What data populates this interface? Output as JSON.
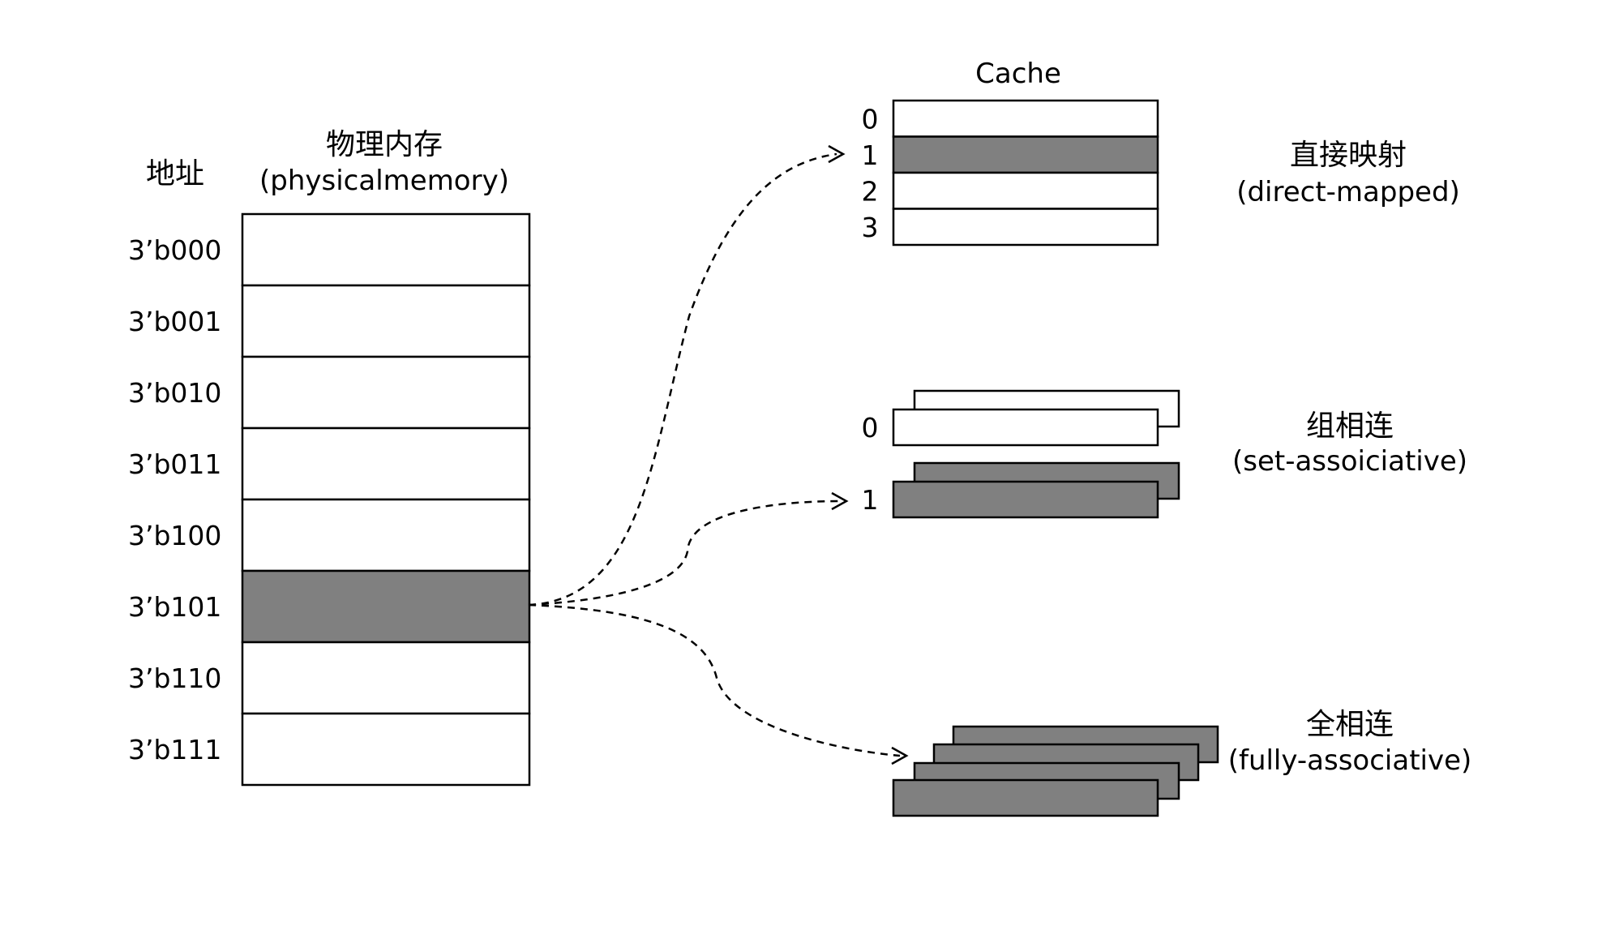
{
  "address_header": "地址",
  "memory": {
    "title": "物理内存",
    "subtitle": "(physicalmemory)",
    "rows": [
      {
        "address": "3’b000",
        "highlighted": false
      },
      {
        "address": "3’b001",
        "highlighted": false
      },
      {
        "address": "3’b010",
        "highlighted": false
      },
      {
        "address": "3’b011",
        "highlighted": false
      },
      {
        "address": "3’b100",
        "highlighted": false
      },
      {
        "address": "3’b101",
        "highlighted": true
      },
      {
        "address": "3’b110",
        "highlighted": false
      },
      {
        "address": "3’b111",
        "highlighted": false
      }
    ]
  },
  "cache_title": "Cache",
  "direct_mapped": {
    "title": "直接映射",
    "subtitle": "(direct-mapped)",
    "indices": [
      "0",
      "1",
      "2",
      "3"
    ],
    "highlighted_index": 1
  },
  "set_associative": {
    "title": "组相连",
    "subtitle": "(set-assoiciative)",
    "sets": [
      "0",
      "1"
    ],
    "highlighted_set": 1
  },
  "fully_associative": {
    "title": "全相连",
    "subtitle": "(fully-associative)",
    "highlighted": true
  },
  "colors": {
    "highlight": "#808080",
    "empty": "#ffffff",
    "stroke": "#000000"
  }
}
